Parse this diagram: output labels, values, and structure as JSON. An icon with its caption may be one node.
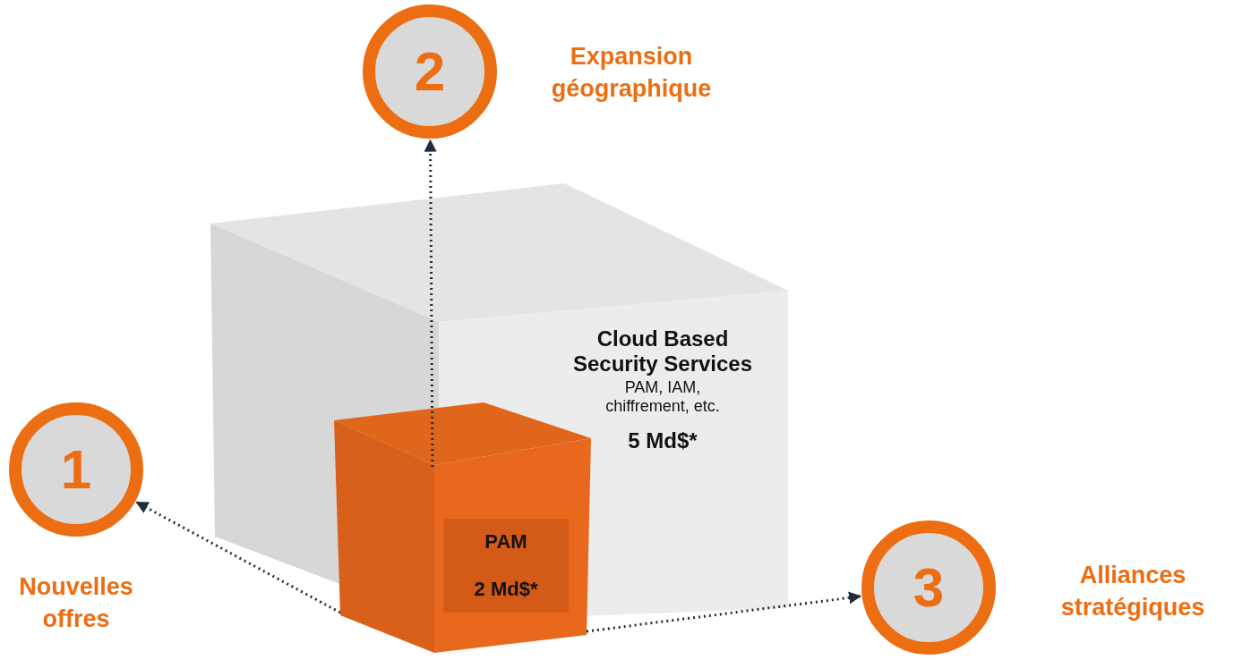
{
  "diagram": {
    "nodes": [
      {
        "text": [
          "2"
        ],
        "beside": [
          "Expansion géographique"
        ]
      },
      {
        "text": [
          "Cloud Based Security Services",
          "PAM, IAM, chiffrement, etc.",
          "5 Md$*"
        ]
      },
      {
        "text": [
          "PAM",
          "2 Md$*"
        ],
        "in": 1
      },
      {
        "text": [
          "1"
        ],
        "beside": [
          "Nouvelles offres"
        ]
      },
      {
        "text": [
          "3"
        ],
        "beside": [
          "Alliances stratégiques"
        ]
      }
    ],
    "edges": [
      {
        "from": 2,
        "to": 0,
        "arrow": "to",
        "style": "dashed"
      },
      {
        "from": 2,
        "to": 3,
        "arrow": "to",
        "style": "dashed"
      },
      {
        "from": 2,
        "to": 4,
        "arrow": "to",
        "style": "dashed"
      }
    ]
  }
}
